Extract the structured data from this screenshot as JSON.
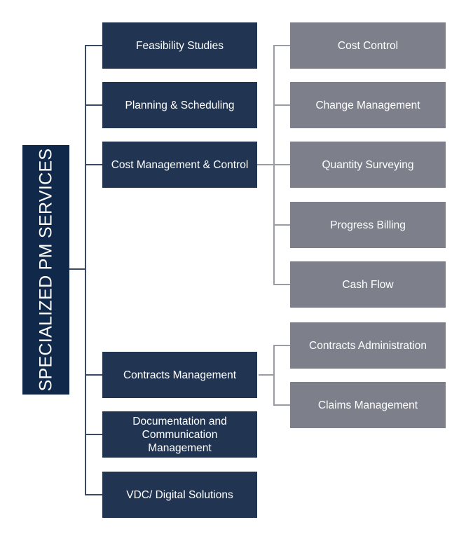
{
  "root": {
    "label": "SPECIALIZED PM SERVICES"
  },
  "level1": [
    {
      "label": "Feasibility Studies"
    },
    {
      "label": "Planning & Scheduling"
    },
    {
      "label": "Cost Management & Control"
    },
    {
      "label": "Contracts Management"
    },
    {
      "label": "Documentation and Communication Management"
    },
    {
      "label": "VDC/ Digital Solutions"
    }
  ],
  "cost_children": [
    {
      "label": "Cost Control"
    },
    {
      "label": "Change Management"
    },
    {
      "label": "Quantity Surveying"
    },
    {
      "label": "Progress Billing"
    },
    {
      "label": "Cash Flow"
    }
  ],
  "contracts_children": [
    {
      "label": "Contracts Administration"
    },
    {
      "label": "Claims Management"
    }
  ],
  "colors": {
    "root": "#10294a",
    "level1": "#213552",
    "level2": "#7d808a",
    "connector_dark": "#3a4a66",
    "connector_gray": "#9a9ca4"
  }
}
